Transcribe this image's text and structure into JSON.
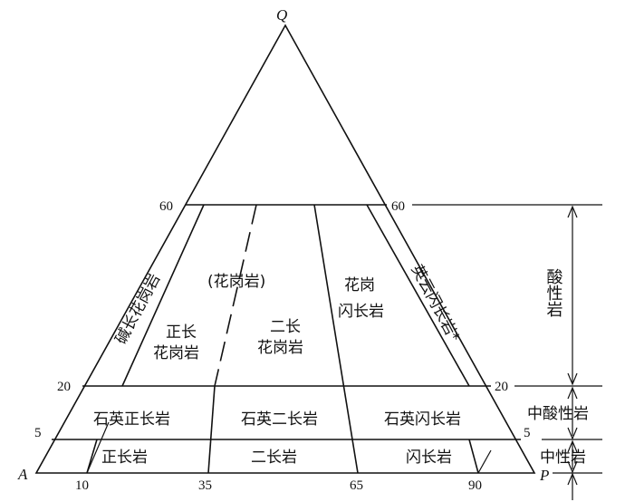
{
  "vertices": {
    "top": "Q",
    "left": "A",
    "right": "P"
  },
  "q_ticks": [
    "60",
    "20",
    "5"
  ],
  "base_ticks": [
    "10",
    "35",
    "65",
    "90"
  ],
  "fields": {
    "alkali_granite": "碱长花岗岩",
    "granite_paren": "(花岗岩)",
    "syenogranite_1": "正长",
    "syenogranite_2": "花岗岩",
    "monzogranite_1": "二长",
    "monzogranite_2": "花岗岩",
    "granodiorite_1": "花岗",
    "granodiorite_2": "闪长岩",
    "tonalite": "英云闪长岩*",
    "qz_syenite": "石英正长岩",
    "qz_monzonite": "石英二长岩",
    "qz_diorite": "石英闪长岩",
    "syenite": "正长岩",
    "monzonite": "二长岩",
    "diorite": "闪长岩"
  },
  "side_labels": {
    "acid": "酸性岩",
    "intermediate_acid": "中酸性岩",
    "intermediate": "中性岩"
  }
}
